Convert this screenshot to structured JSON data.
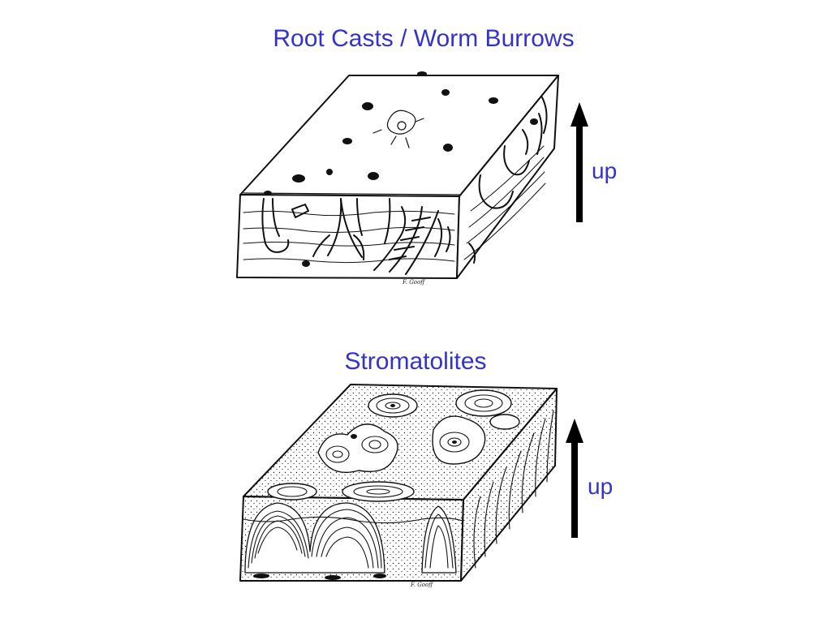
{
  "panels": [
    {
      "title": "Root Casts / Worm Burrows",
      "direction_label": "up",
      "signature": "F. Gooff"
    },
    {
      "title": "Stromatolites",
      "direction_label": "up",
      "signature": "F. Gooff"
    }
  ],
  "colors": {
    "title": "#3333cc",
    "arrow": "#000000",
    "ink": "#111111"
  }
}
